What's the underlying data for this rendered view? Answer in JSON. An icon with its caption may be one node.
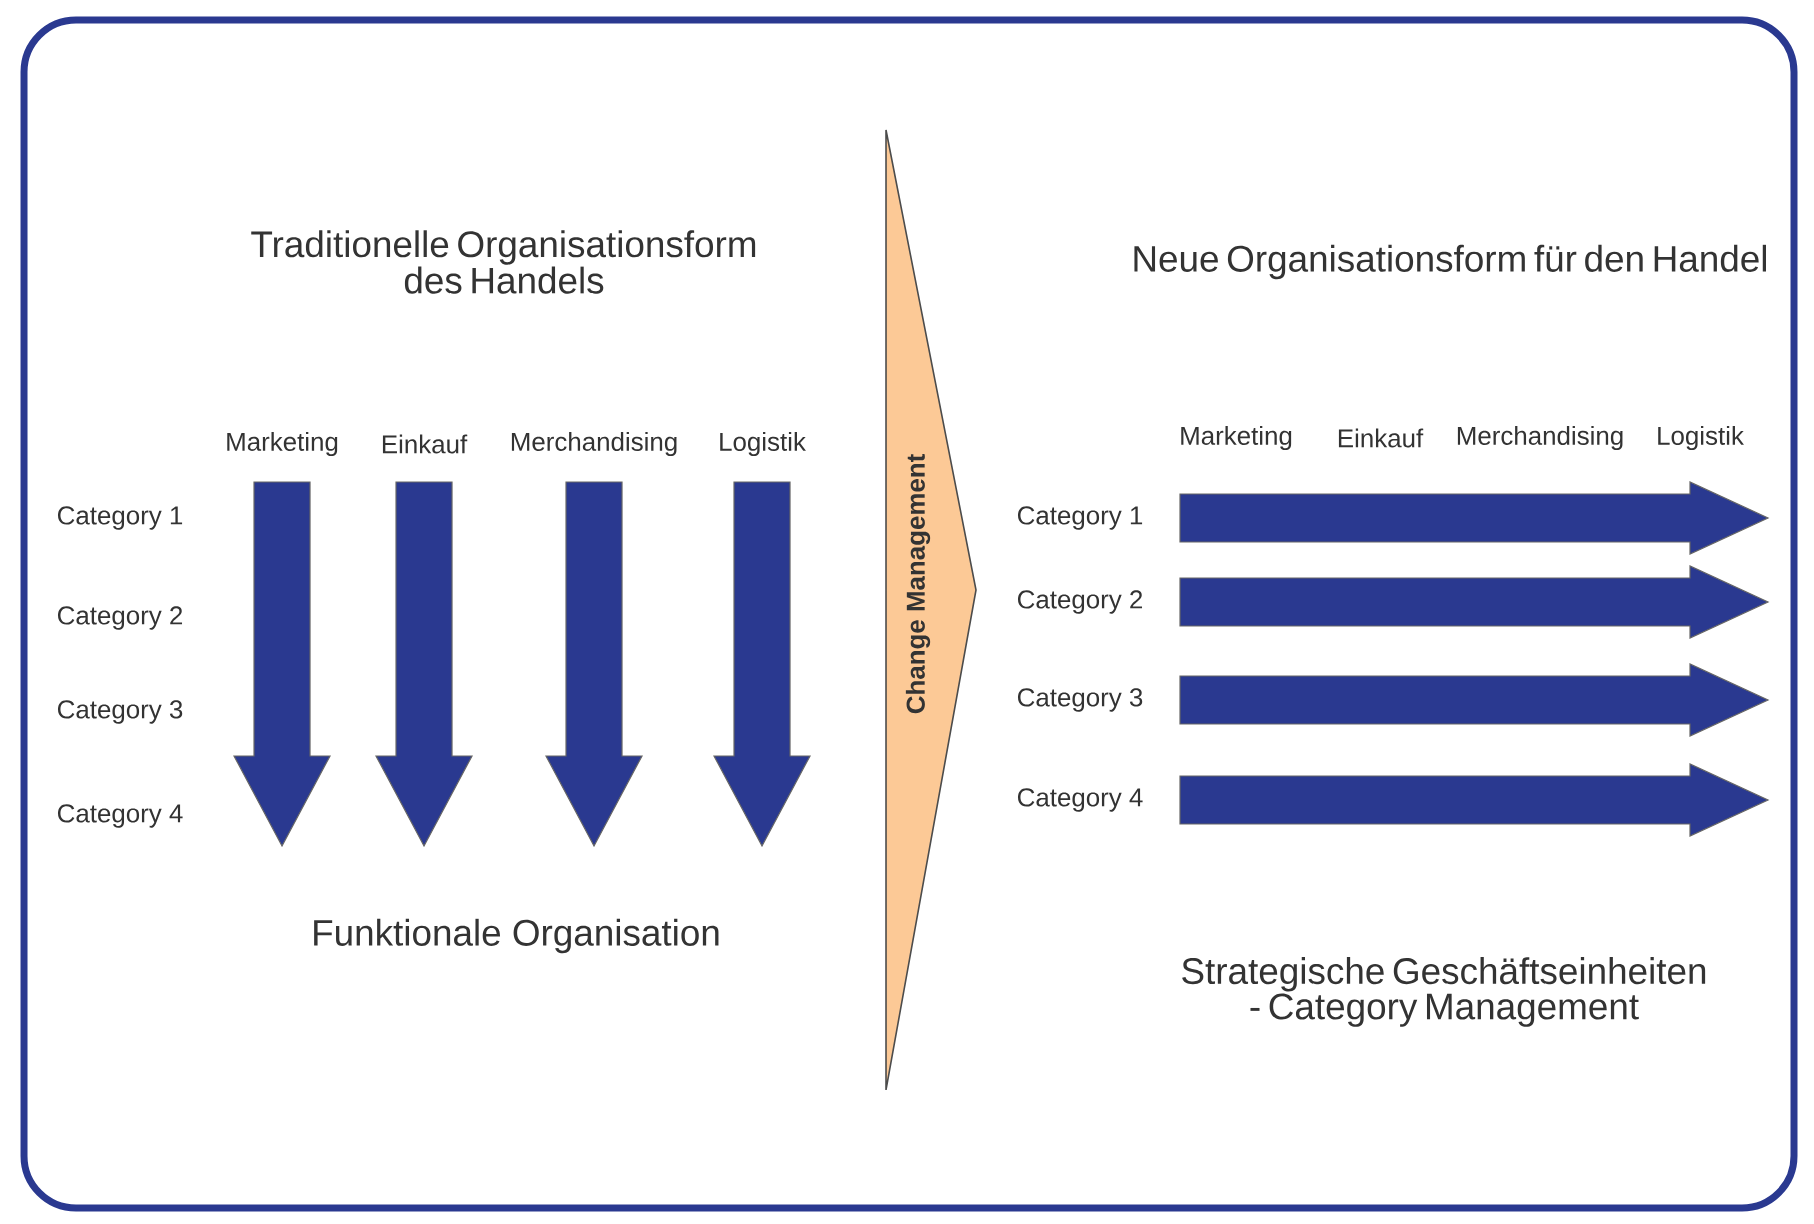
{
  "diagram": {
    "nodes": [
      {
        "text": [
          "Change Management"
        ]
      }
    ],
    "edges": [],
    "labels": [
      "Traditionelle Organisationsform des Handels",
      "Neue Organisationsform für den Handel",
      "Marketing",
      "Einkauf",
      "Merchandising",
      "Logistik",
      "Marketing",
      "Einkauf",
      "Merchandising",
      "Logistik",
      "Category 1",
      "Category 2",
      "Category 3",
      "Category 4",
      "Category 1",
      "Category 2",
      "Category 3",
      "Category 4",
      "Funktionale Organisation",
      "Strategische Geschäftseinheiten - Category Management"
    ]
  }
}
